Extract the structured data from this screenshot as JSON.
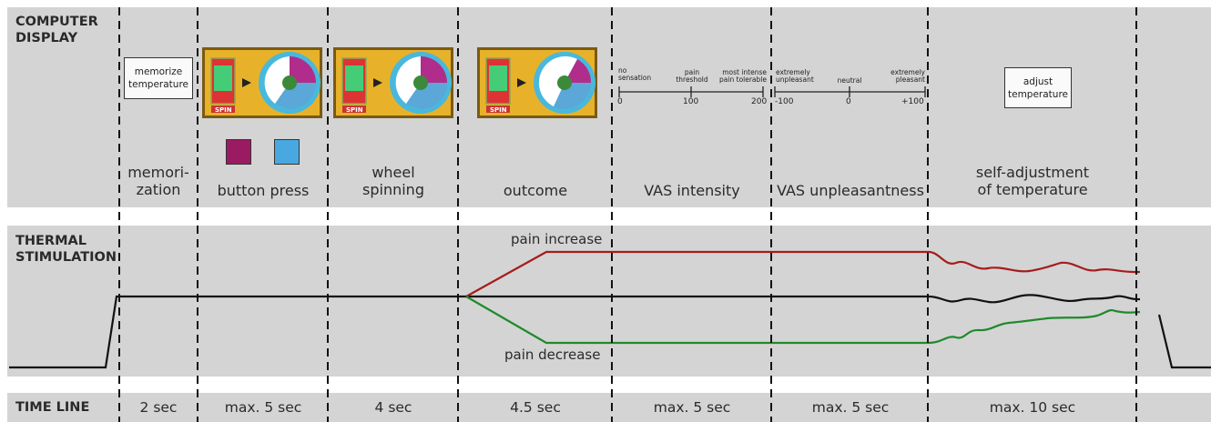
{
  "rows": {
    "display": "COMPUTER\nDISPLAY",
    "thermal": "THERMAL\nSTIMULATION",
    "timeline": "TIME LINE"
  },
  "phases": [
    {
      "label": "memori-\nzation",
      "time": "2 sec"
    },
    {
      "label": "button press",
      "time": "max. 5 sec"
    },
    {
      "label": "wheel\nspinning",
      "time": "4 sec"
    },
    {
      "label": "outcome",
      "time": "4.5 sec"
    },
    {
      "label": "VAS intensity",
      "time": "max. 5 sec"
    },
    {
      "label": "VAS unpleasantness",
      "time": "max. 5 sec"
    },
    {
      "label": "self-adjustment\nof temperature",
      "time": "max. 10 sec"
    }
  ],
  "boxes": {
    "memorize": "memorize\ntemperature",
    "adjust": "adjust\ntemperature"
  },
  "buttons": {
    "colors": [
      "#9b1b63",
      "#4aa8e0"
    ]
  },
  "wheel": {
    "spin_label": "SPIN"
  },
  "vas_intensity": {
    "anchors": [
      "no\nsensation",
      "pain\nthreshold",
      "most intense\npain tolerable"
    ],
    "ticks": [
      "0",
      "100",
      "200"
    ]
  },
  "vas_unpleasantness": {
    "anchors": [
      "extremely\nunpleasant",
      "neutral",
      "extremely\npleasant"
    ],
    "ticks": [
      "-100",
      "0",
      "+100"
    ]
  },
  "stimulation": {
    "increase_label": "pain increase",
    "decrease_label": "pain decrease",
    "colors": {
      "baseline": "#111111",
      "increase": "#a51d1d",
      "decrease": "#1f8a2b"
    }
  }
}
